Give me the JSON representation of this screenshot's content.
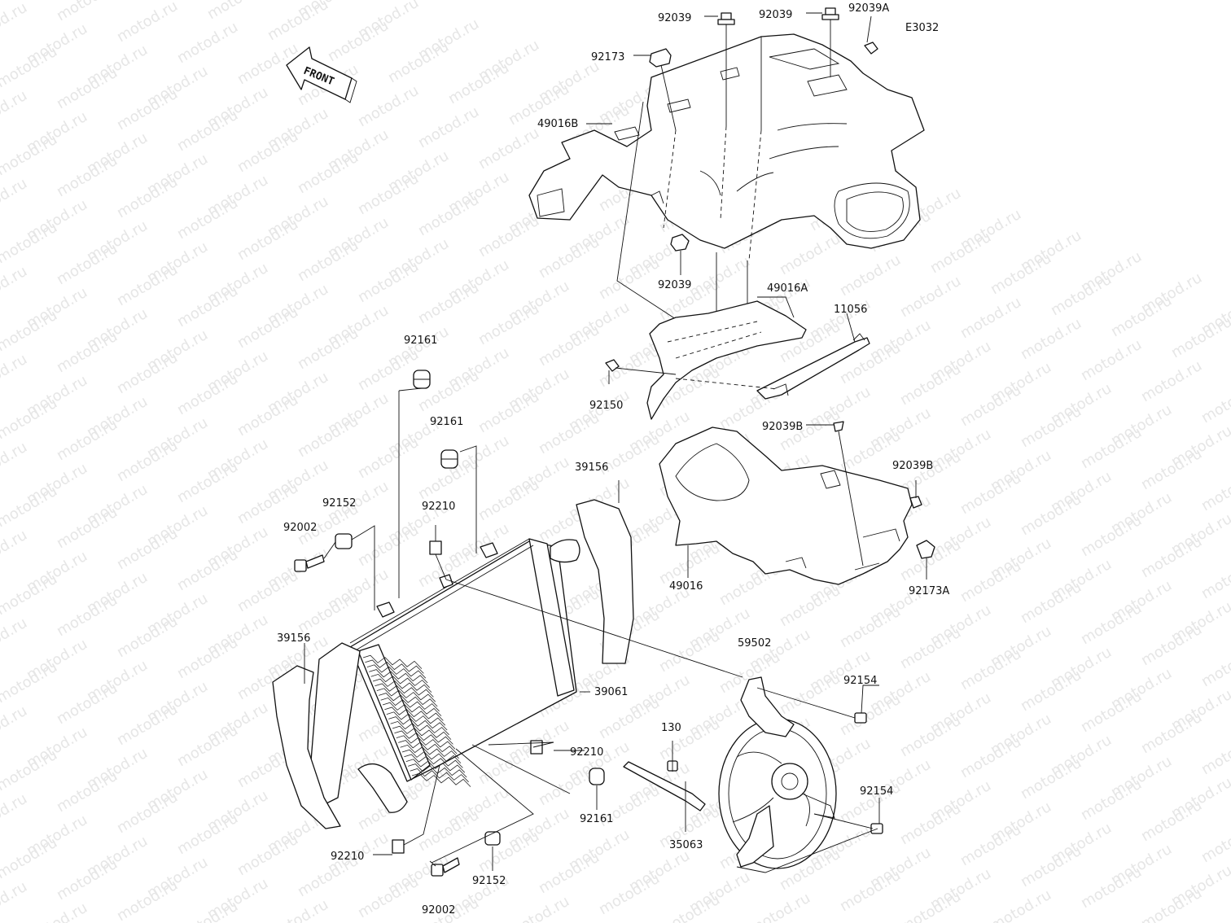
{
  "diagram": {
    "code": "E3032",
    "direction_label": "FRONT",
    "watermark": "motod.ru"
  },
  "labels": [
    {
      "id": "l-92039-a",
      "text": "92039"
    },
    {
      "id": "l-92039-b",
      "text": "92039"
    },
    {
      "id": "l-92039A",
      "text": "92039A"
    },
    {
      "id": "l-92173",
      "text": "92173"
    },
    {
      "id": "l-49016B",
      "text": "49016B"
    },
    {
      "id": "l-92039-c",
      "text": "92039"
    },
    {
      "id": "l-49016A",
      "text": "49016A"
    },
    {
      "id": "l-11056",
      "text": "11056"
    },
    {
      "id": "l-92150",
      "text": "92150"
    },
    {
      "id": "l-92161-a",
      "text": "92161"
    },
    {
      "id": "l-92161-b",
      "text": "92161"
    },
    {
      "id": "l-92039B-a",
      "text": "92039B"
    },
    {
      "id": "l-92039B-b",
      "text": "92039B"
    },
    {
      "id": "l-39156-a",
      "text": "39156"
    },
    {
      "id": "l-92152-a",
      "text": "92152"
    },
    {
      "id": "l-92210-a",
      "text": "92210"
    },
    {
      "id": "l-92002-a",
      "text": "92002"
    },
    {
      "id": "l-49016",
      "text": "49016"
    },
    {
      "id": "l-92173A",
      "text": "92173A"
    },
    {
      "id": "l-39156-b",
      "text": "39156"
    },
    {
      "id": "l-59502",
      "text": "59502"
    },
    {
      "id": "l-92154-a",
      "text": "92154"
    },
    {
      "id": "l-39061",
      "text": "39061"
    },
    {
      "id": "l-130",
      "text": "130"
    },
    {
      "id": "l-92210-b",
      "text": "92210"
    },
    {
      "id": "l-92161-c",
      "text": "92161"
    },
    {
      "id": "l-92154-b",
      "text": "92154"
    },
    {
      "id": "l-35063",
      "text": "35063"
    },
    {
      "id": "l-92210-c",
      "text": "92210"
    },
    {
      "id": "l-92152-b",
      "text": "92152"
    },
    {
      "id": "l-92002-b",
      "text": "92002"
    }
  ]
}
